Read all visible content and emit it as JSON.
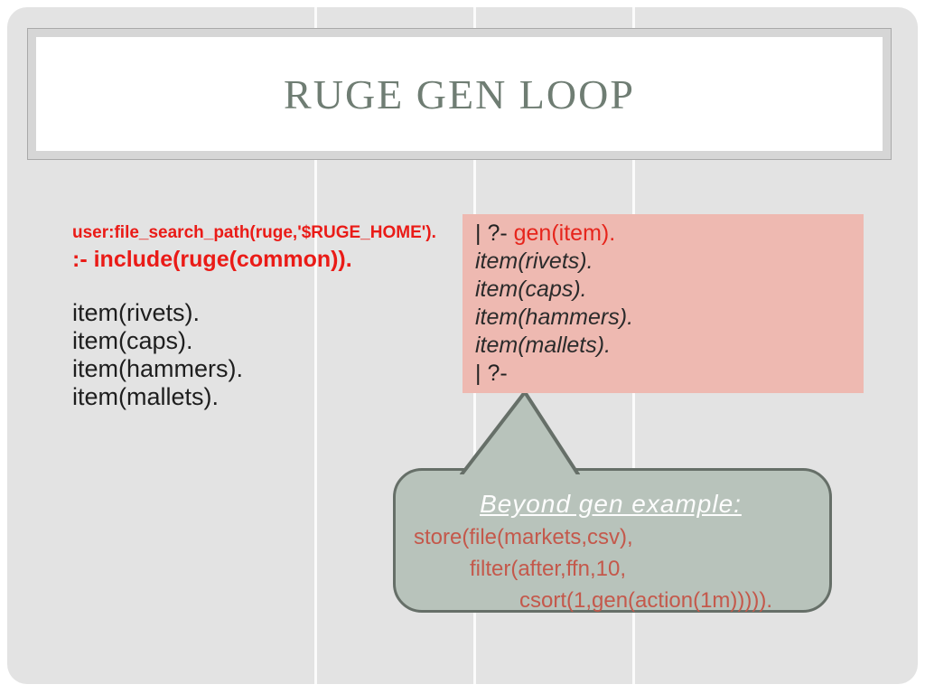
{
  "title": "RUGE GEN LOOP",
  "left_code": {
    "red_lines": [
      "user:file_search_path(ruge,'$RUGE_HOME').",
      ":- include(ruge(common))."
    ],
    "black_lines": [
      "item(rivets).",
      "item(caps).",
      "item(hammers).",
      "item(mallets)."
    ]
  },
  "console_box": {
    "prompt_prefix": "| ?- ",
    "command": "gen(item).",
    "output_lines": [
      "item(rivets).",
      "item(caps).",
      "item(hammers).",
      "item(mallets)."
    ],
    "prompt_end": "| ?-"
  },
  "callout": {
    "heading": "Beyond gen example:",
    "code_lines": [
      "store(file(markets,csv),",
      "filter(after,ffn,10,",
      "csort(1,gen(action(1m)))))."
    ]
  },
  "colors": {
    "slide_background": "#e3e3e3",
    "title_text": "#6f7d73",
    "code_red": "#ea1b17",
    "console_background": "#eeb9b1",
    "console_command_red": "#e6251c",
    "callout_fill": "#b8c3bb",
    "callout_border": "#666f68",
    "callout_code_red": "#c4584b"
  }
}
